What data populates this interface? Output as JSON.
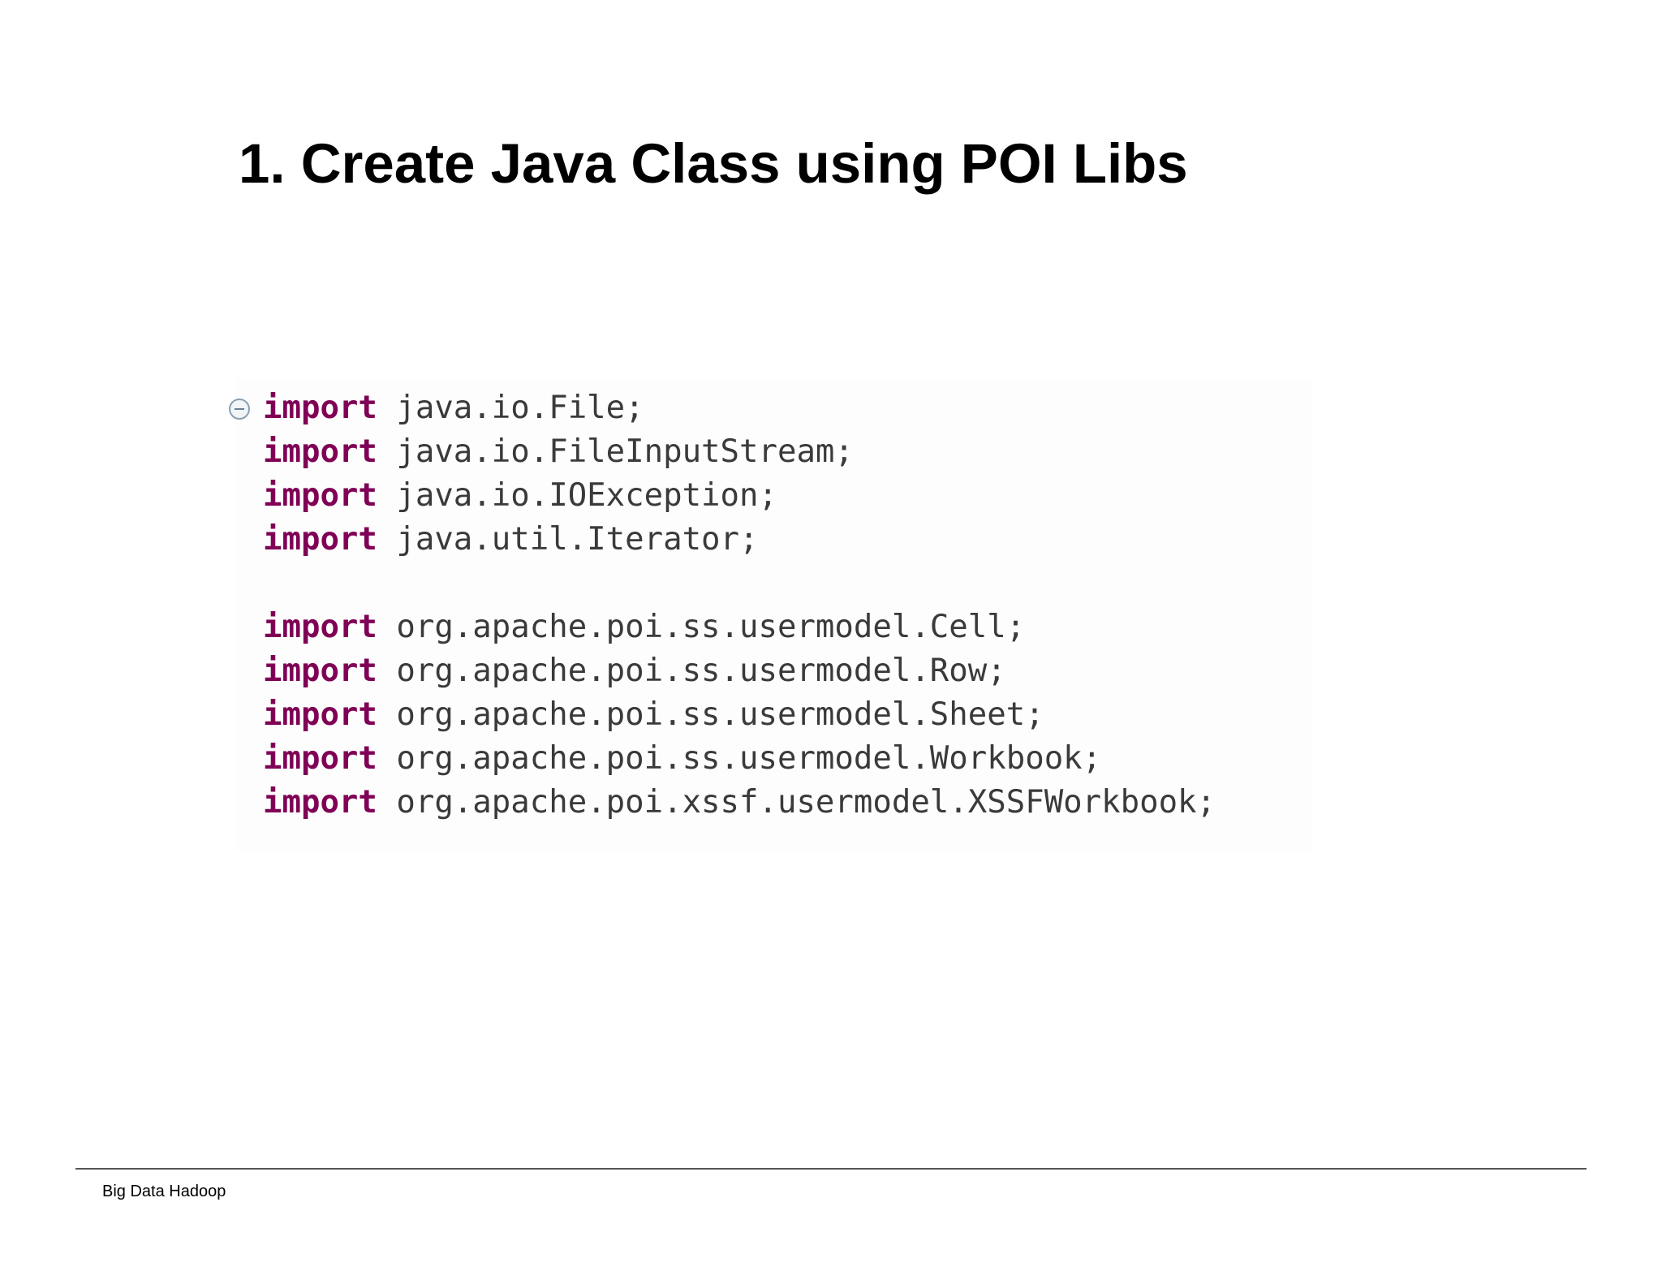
{
  "slide": {
    "title": "1. Create Java Class using POI Libs"
  },
  "code": {
    "lines": [
      {
        "keyword": "import",
        "text": " java.io.File;"
      },
      {
        "keyword": "import",
        "text": " java.io.FileInputStream;"
      },
      {
        "keyword": "import",
        "text": " java.io.IOException;"
      },
      {
        "keyword": "import",
        "text": " java.util.Iterator;"
      },
      {
        "keyword": "import",
        "text": " org.apache.poi.ss.usermodel.Cell;"
      },
      {
        "keyword": "import",
        "text": " org.apache.poi.ss.usermodel.Row;"
      },
      {
        "keyword": "import",
        "text": " org.apache.poi.ss.usermodel.Sheet;"
      },
      {
        "keyword": "import",
        "text": " org.apache.poi.ss.usermodel.Workbook;"
      },
      {
        "keyword": "import",
        "text": " org.apache.poi.xssf.usermodel.XSSFWorkbook;"
      }
    ],
    "keyword_color": "#7f0055",
    "text_color": "#3a3a3a"
  },
  "footer": {
    "text": "Big Data Hadoop"
  }
}
